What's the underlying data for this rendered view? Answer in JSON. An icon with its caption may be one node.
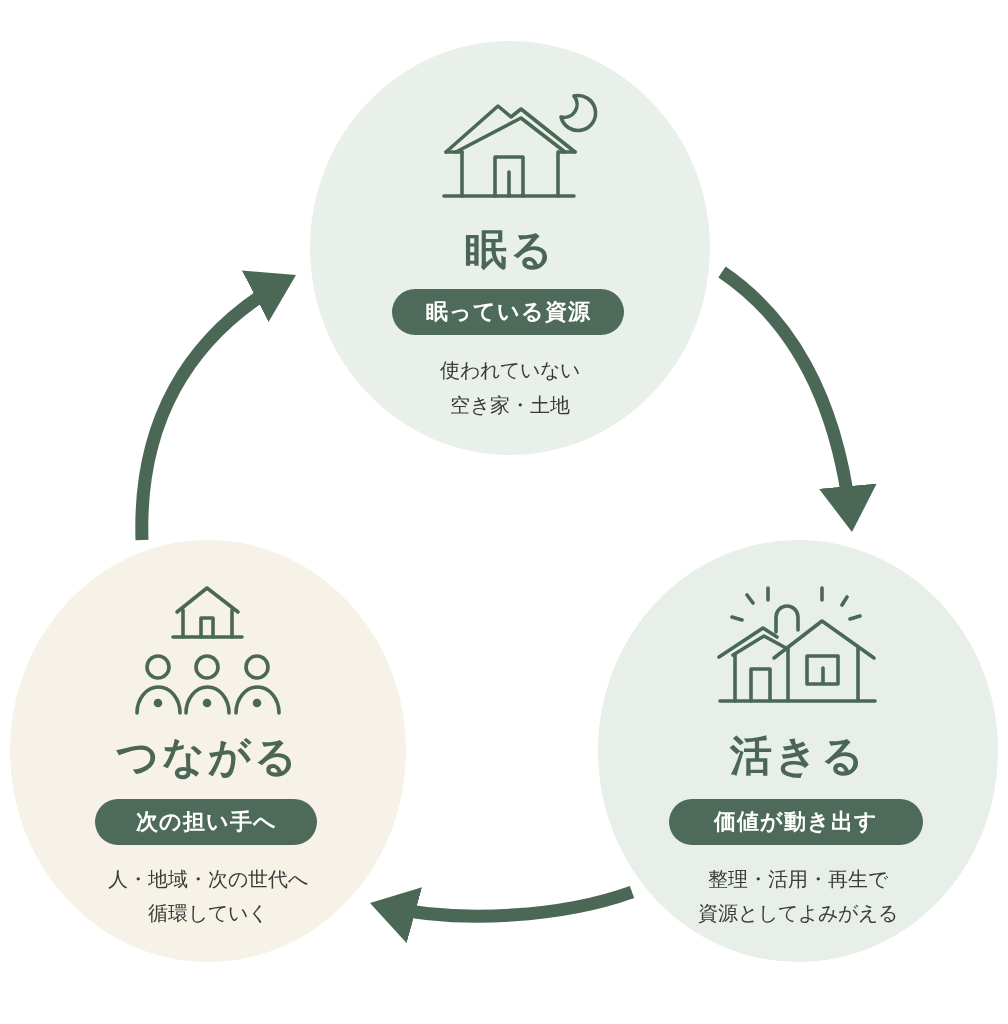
{
  "diagram": {
    "nodes": [
      {
        "text": [
          "眠る",
          "使われていない空き家・土地"
        ]
      },
      {
        "text": [
          "眠っている資源"
        ],
        "in": 0
      },
      {
        "text": [
          "活きる",
          "整理・活用・再生で資源としてよみがえる"
        ]
      },
      {
        "text": [
          "価値が動き出す"
        ],
        "in": 2
      },
      {
        "text": [
          "つながる",
          "人・地域・次の世代へ循環していく"
        ]
      },
      {
        "text": [
          "次の担い手へ"
        ],
        "in": 4
      }
    ],
    "edges": [
      {
        "from": 0,
        "to": 2,
        "arrow": "to"
      },
      {
        "from": 2,
        "to": 4,
        "arrow": "to"
      },
      {
        "from": 4,
        "to": 0,
        "arrow": "to"
      }
    ]
  }
}
